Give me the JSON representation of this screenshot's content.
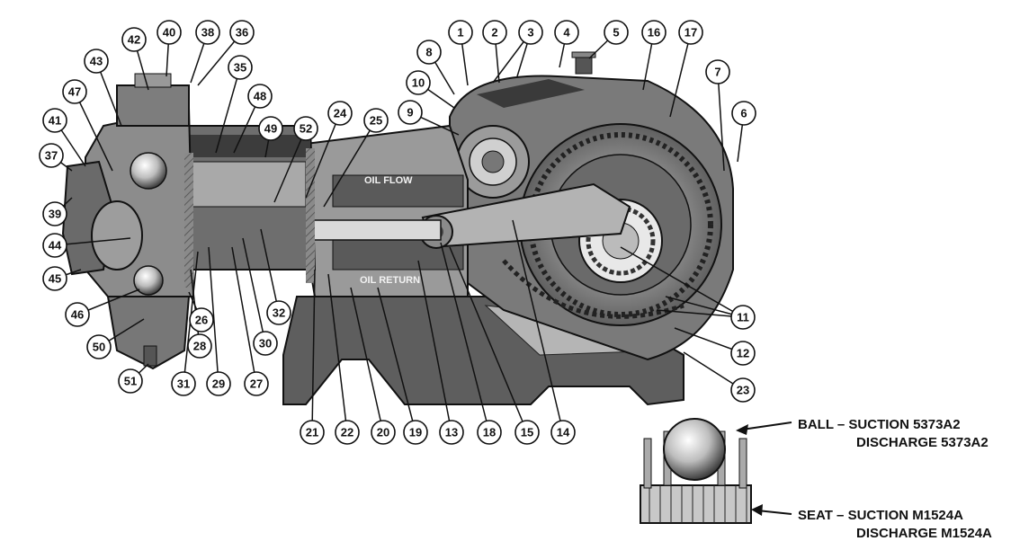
{
  "callouts": [
    "1",
    "2",
    "3",
    "4",
    "5",
    "6",
    "7",
    "8",
    "9",
    "10",
    "11",
    "12",
    "13",
    "14",
    "15",
    "16",
    "17",
    "18",
    "19",
    "20",
    "21",
    "22",
    "23",
    "24",
    "25",
    "26",
    "27",
    "28",
    "29",
    "30",
    "31",
    "32",
    "35",
    "36",
    "37",
    "38",
    "39",
    "40",
    "41",
    "42",
    "43",
    "44",
    "45",
    "46",
    "47",
    "48",
    "49",
    "50",
    "51",
    "52"
  ],
  "inset": {
    "ball_line1": "BALL – SUCTION 5373A2",
    "ball_line2": "DISCHARGE 5373A2",
    "seat_line1": "SEAT – SUCTION M1524A",
    "seat_line2": "DISCHARGE M1524A"
  },
  "drawing_text": {
    "oil_flow": "OIL FLOW",
    "oil_return": "OIL RETURN"
  }
}
